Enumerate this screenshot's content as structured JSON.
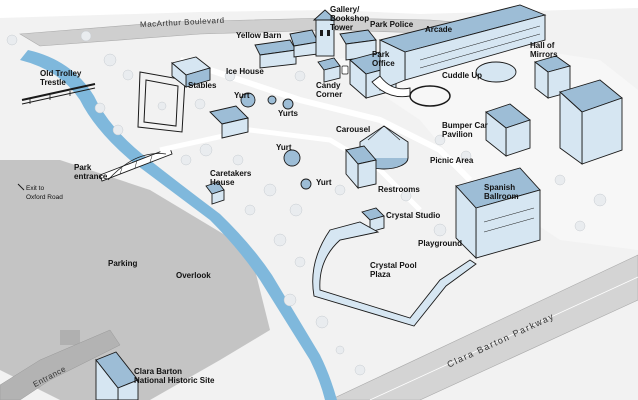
{
  "map": {
    "roads": {
      "macarthur": "MacArthur Boulevard",
      "parkway": "Clara Barton Parkway",
      "entrance": "Entrance"
    },
    "labels": {
      "gallery": "Gallery/\nBookshop\nTower",
      "park_police": "Park Police",
      "yellow_barn": "Yellow Barn",
      "arcade": "Arcade",
      "park_office": "Park\nOffice",
      "hall_of_mirrors": "Hall of\nMirrors",
      "ice_house": "Ice House",
      "old_trolley_trestle": "Old Trolley\nTrestle",
      "stables": "Stables",
      "candy_corner": "Candy\nCorner",
      "cuddle_up": "Cuddle Up",
      "yurt_1": "Yurt",
      "yurts": "Yurts",
      "carousel": "Carousel",
      "bumper_car": "Bumper Car\nPavilion",
      "yurt_2": "Yurt",
      "picnic_area": "Picnic Area",
      "park_entrance": "Park\nentrance",
      "caretakers_house": "Caretakers\nHouse",
      "yurt_3": "Yurt",
      "restrooms": "Restrooms",
      "spanish_ballroom": "Spanish\nBallroom",
      "exit_oxford": "Exit to\nOxford Road",
      "crystal_studio": "Crystal Studio",
      "playground": "Playground",
      "parking": "Parking",
      "overlook": "Overlook",
      "crystal_pool": "Crystal Pool\nPlaza",
      "clara_barton_site": "Clara Barton\nNational Historic Site"
    },
    "colors": {
      "building_light": "#d6e6f2",
      "building_dark": "#9dbdd6",
      "creek": "#7fb8dc",
      "parking_lot": "#c4c4c4",
      "road": "#cfcfcf",
      "ground": "#f2f2f2"
    }
  }
}
